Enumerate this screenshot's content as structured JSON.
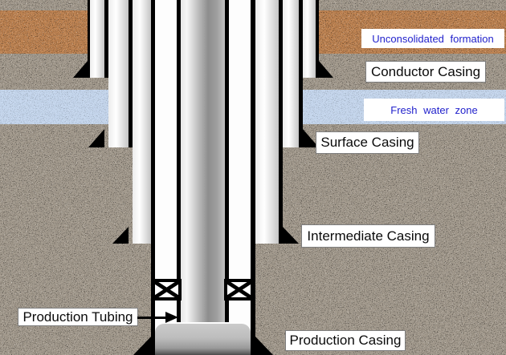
{
  "labels": {
    "unconsolidated_formation": "Unconsolidated formation",
    "conductor_casing": "Conductor Casing",
    "fresh_water_zone": "Fresh water zone",
    "surface_casing": "Surface Casing",
    "intermediate_casing": "Intermediate Casing",
    "production_tubing": "Production Tubing",
    "production_casing": "Production Casing"
  },
  "legend": {
    "casings_outer_to_inner": [
      "Conductor Casing",
      "Surface Casing",
      "Intermediate Casing",
      "Production Casing",
      "Production Tubing"
    ],
    "ground_layers_top_to_bottom": [
      "ground",
      "Unconsolidated formation",
      "ground",
      "Fresh water zone",
      "ground"
    ],
    "packer_count": 2
  },
  "colors": {
    "blue_label_text": "#2222cc",
    "black_label_text": "#0a0a0a",
    "ground_gray": "#a49b8e",
    "formation_brown": "#bf8351",
    "fresh_water_blue": "#c6d7ee",
    "casing_fill": "#ffffff",
    "shoe_black": "#000000"
  }
}
